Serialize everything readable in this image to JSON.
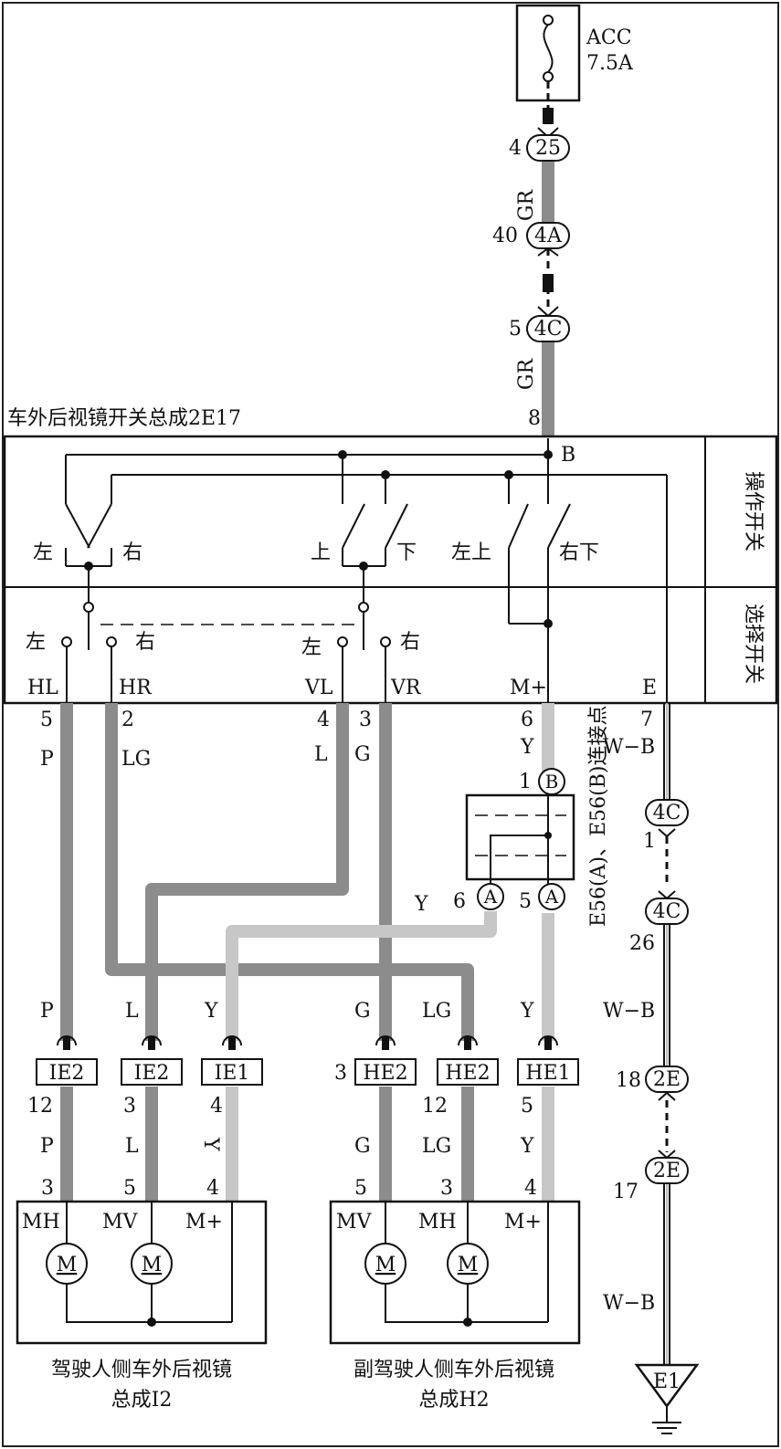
{
  "fuse": {
    "name": "ACC",
    "rating": "7.5A"
  },
  "switch_assembly": {
    "title": "车外后视镜开关总成2E17",
    "section_operate": "操作开关",
    "section_select": "选择开关",
    "op_labels": {
      "left": "左",
      "right": "右",
      "up": "上",
      "down": "下",
      "left_up": "左上",
      "right_down": "右下"
    },
    "sel_labels": {
      "left1": "左",
      "right1": "右",
      "left2": "左",
      "right2": "右"
    },
    "pin_b": "B",
    "pin_b_num": "8",
    "terminals": [
      "HL",
      "HR",
      "VL",
      "VR",
      "M+",
      "E"
    ]
  },
  "feed": {
    "c1": {
      "pin": "4",
      "id": "25"
    },
    "c2": {
      "pin": "40",
      "id": "4A"
    },
    "c3": {
      "pin": "5",
      "id": "4C"
    },
    "color1": "GR",
    "color2": "GR"
  },
  "out_wires": {
    "pins": [
      "5",
      "2",
      "4",
      "3",
      "6",
      "7"
    ],
    "colors": [
      "P",
      "LG",
      "L",
      "G",
      "Y",
      "W−B"
    ]
  },
  "junction": {
    "label": "E56(A)、E56(B)连接点",
    "b_pin": "1",
    "b_id": "B",
    "a1_pin": "6",
    "a1_id": "A",
    "a2_pin": "5",
    "a2_id": "A",
    "y_color": "Y"
  },
  "ground_path": {
    "c1": {
      "pin": "1",
      "id": "4C"
    },
    "c2": {
      "pin": "26",
      "id": "4C"
    },
    "c3": {
      "pin": "18",
      "id": "2E"
    },
    "c4": {
      "pin": "17",
      "id": "2E"
    },
    "color_mid": "W−B",
    "color_low": "W−B",
    "ground_id": "E1"
  },
  "mirror_connectors": [
    {
      "color": "P",
      "id": "IE2",
      "pin": "12",
      "color2": "P",
      "mpin": "3"
    },
    {
      "color": "L",
      "id": "IE2",
      "pin": "3",
      "color2": "L",
      "mpin": "5"
    },
    {
      "color": "Y",
      "id": "IE1",
      "pin": "4",
      "color2": "Y",
      "mpin": "4"
    },
    {
      "color": "G",
      "id": "HE2",
      "pin": "3",
      "color2": "G",
      "mpin": "5"
    },
    {
      "color": "LG",
      "id": "HE2",
      "pin": "12",
      "color2": "LG",
      "mpin": "3"
    },
    {
      "color": "Y",
      "id": "HE1",
      "pin": "5",
      "color2": "Y",
      "mpin": "4"
    }
  ],
  "driver_mirror": {
    "title1": "驾驶人侧车外后视镜",
    "title2": "总成I2",
    "t1": "MH",
    "t2": "MV",
    "t3": "M+",
    "motor": "M"
  },
  "passenger_mirror": {
    "title1": "副驾驶人侧车外后视镜",
    "title2": "总成H2",
    "t1": "MV",
    "t2": "MH",
    "t3": "M+",
    "motor": "M"
  }
}
